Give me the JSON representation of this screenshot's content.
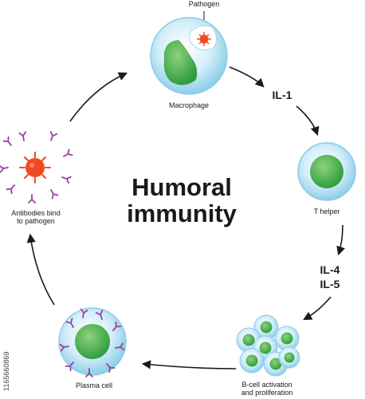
{
  "title_lines": [
    "Humoral",
    "immunity"
  ],
  "stages": {
    "pathogen": "Pathogen",
    "macrophage": "Macrophage",
    "t_helper": "T helper",
    "b_cell_lines": [
      "B-cell activation",
      "and proliferation"
    ],
    "plasma_cell": "Plasma cell",
    "antibodies_lines": [
      "Antibodies bind",
      "to pathogen"
    ]
  },
  "cytokines": {
    "il1": "IL-1",
    "il4": "IL-4",
    "il5": "IL-5"
  },
  "stock_id": "1165660869",
  "colors": {
    "cell_outer": "#bfe5f5",
    "cell_edge": "#8ccde9",
    "nucleus": "#3fae49",
    "nucleus_light": "#8fd27e",
    "antibody": "#9b3f9f",
    "pathogen": "#ef4a23",
    "arrow": "#1a1a1a"
  }
}
